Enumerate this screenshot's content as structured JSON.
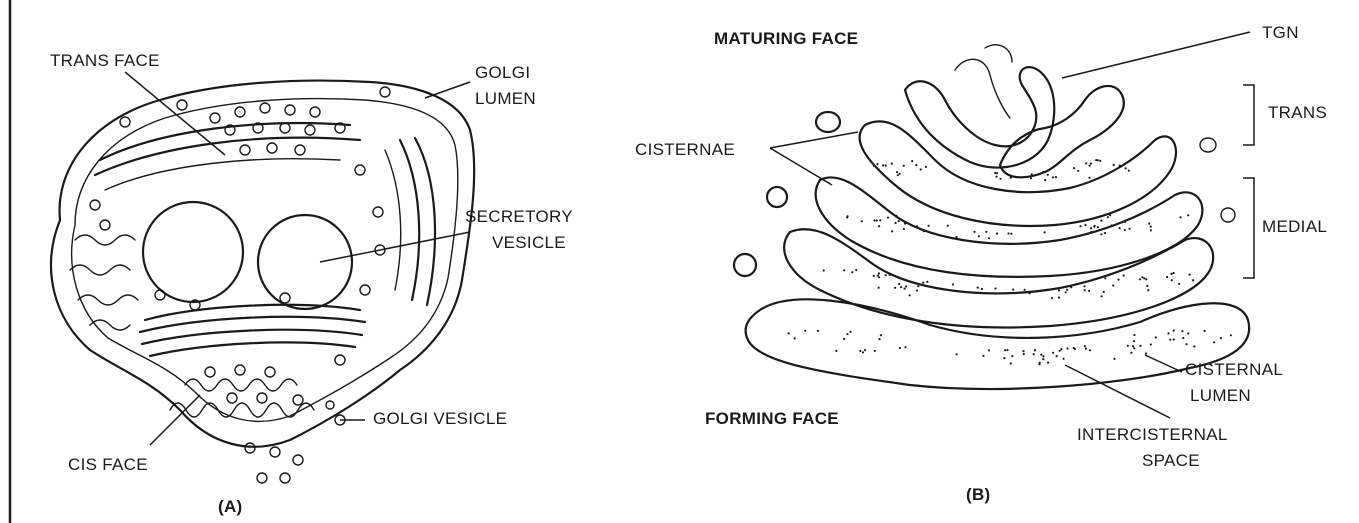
{
  "panel_a": {
    "caption": "(A)",
    "labels": {
      "trans_face": "TRANS FACE",
      "golgi_lumen_1": "GOLGI",
      "golgi_lumen_2": "LUMEN",
      "secretory_1": "SECRETORY",
      "secretory_2": "VESICLE",
      "golgi_vesicle": "GOLGI VESICLE",
      "cis_face": "CIS FACE"
    }
  },
  "panel_b": {
    "caption": "(B)",
    "labels": {
      "maturing_face": "MATURING FACE",
      "tgn": "TGN",
      "trans": "TRANS",
      "cisternae": "CISTERNAE",
      "medial": "MEDIAL",
      "forming_face": "FORMING FACE",
      "cisternal_1": "CISTERNAL",
      "cisternal_2": "LUMEN",
      "intercisternal_1": "INTERCISTERNAL",
      "intercisternal_2": "SPACE"
    }
  },
  "colors": {
    "ink": "#1a1a1a",
    "background": "#ffffff"
  }
}
